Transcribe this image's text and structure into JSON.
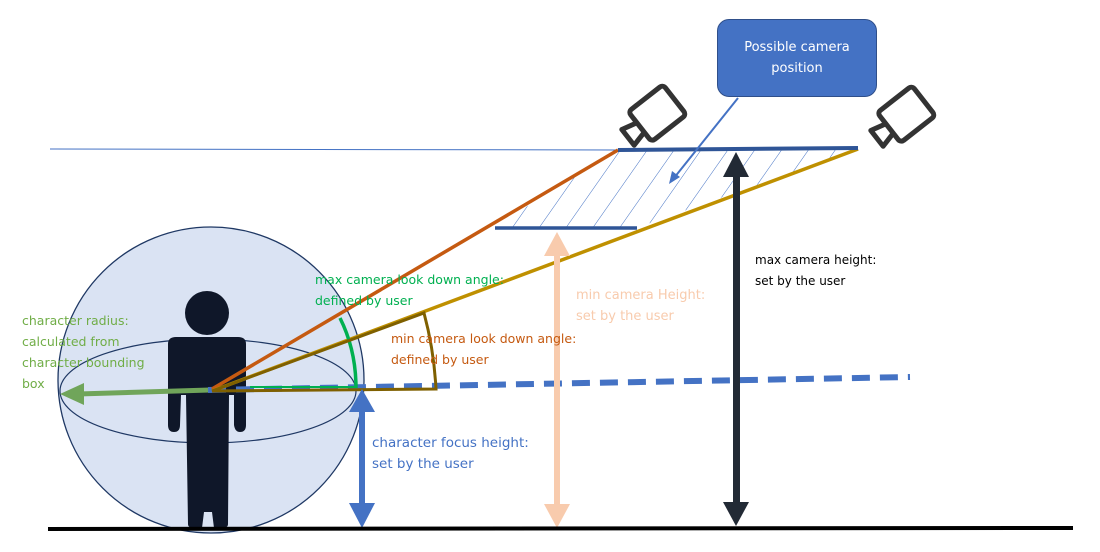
{
  "colors": {
    "ground": "#000000",
    "sphere_fill": "#dae3f3",
    "sphere_stroke": "#1f3864",
    "character": "#0f1729",
    "radius_arrow": "#70a55a",
    "focus_line": "#4472c4",
    "max_angle_line": "#c55a11",
    "min_angle_line": "#bf9000",
    "min_angle_arc": "#7f6000",
    "max_angle_arc": "#00b050",
    "hatch_region": "#2f5597",
    "min_height_arrow": "#f8cbad",
    "max_height_arrow": "#222a35",
    "camera_icon": "#333333",
    "callout_fill": "#4472c4"
  },
  "labels": {
    "character_radius": {
      "lines": [
        "character radius:",
        "calculated from",
        "character bounding",
        "box"
      ],
      "color": "#70ad47"
    },
    "max_look_down": {
      "lines": [
        "max camera look down angle:",
        "defined by user"
      ],
      "color": "#00b050"
    },
    "min_look_down": {
      "lines": [
        "min camera look down angle:",
        "defined by user"
      ],
      "color": "#c55a11"
    },
    "min_camera_height": {
      "lines": [
        "min camera Height:",
        "set by the user"
      ],
      "color": "#f8cbad"
    },
    "max_camera_height": {
      "lines": [
        "max camera height:",
        "set by the user"
      ],
      "color": "#000000"
    },
    "character_focus_height": {
      "lines": [
        "character focus height:",
        "set by the user"
      ],
      "color": "#4472c4"
    }
  },
  "callout": {
    "lines": [
      "Possible camera",
      "position"
    ]
  },
  "icons": [
    "camera-icon",
    "camera-icon",
    "person-icon"
  ]
}
